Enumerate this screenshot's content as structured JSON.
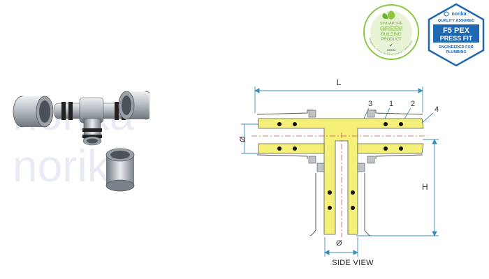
{
  "watermark": {
    "brand": "norika"
  },
  "green_badge": {
    "line1": "SINGAPORE",
    "line2": "GREEN",
    "line3": "BUILDING",
    "line4": "PRODUCT",
    "rating": "GOOD",
    "ring_text": "Singapore Green Building Council Certification",
    "color": "#8cc63f"
  },
  "f5_badge": {
    "brand": "norika",
    "quality": "QUALITY ASSURED",
    "title1": "F5 PEX",
    "title2": "PRESS FIT",
    "engineered1": "ENGINEERED FOR",
    "engineered2": "PLUMBING",
    "color": "#1f67b1"
  },
  "diagram": {
    "dim_length": "L",
    "dim_height": "H",
    "dim_diameter_left": "Ø",
    "dim_diameter_bottom": "Ø",
    "callouts": [
      "3",
      "1",
      "2",
      "4"
    ],
    "caption": "SIDE VIEW",
    "line_color": "#3a8fb7",
    "body_color": "#f4f07a"
  }
}
